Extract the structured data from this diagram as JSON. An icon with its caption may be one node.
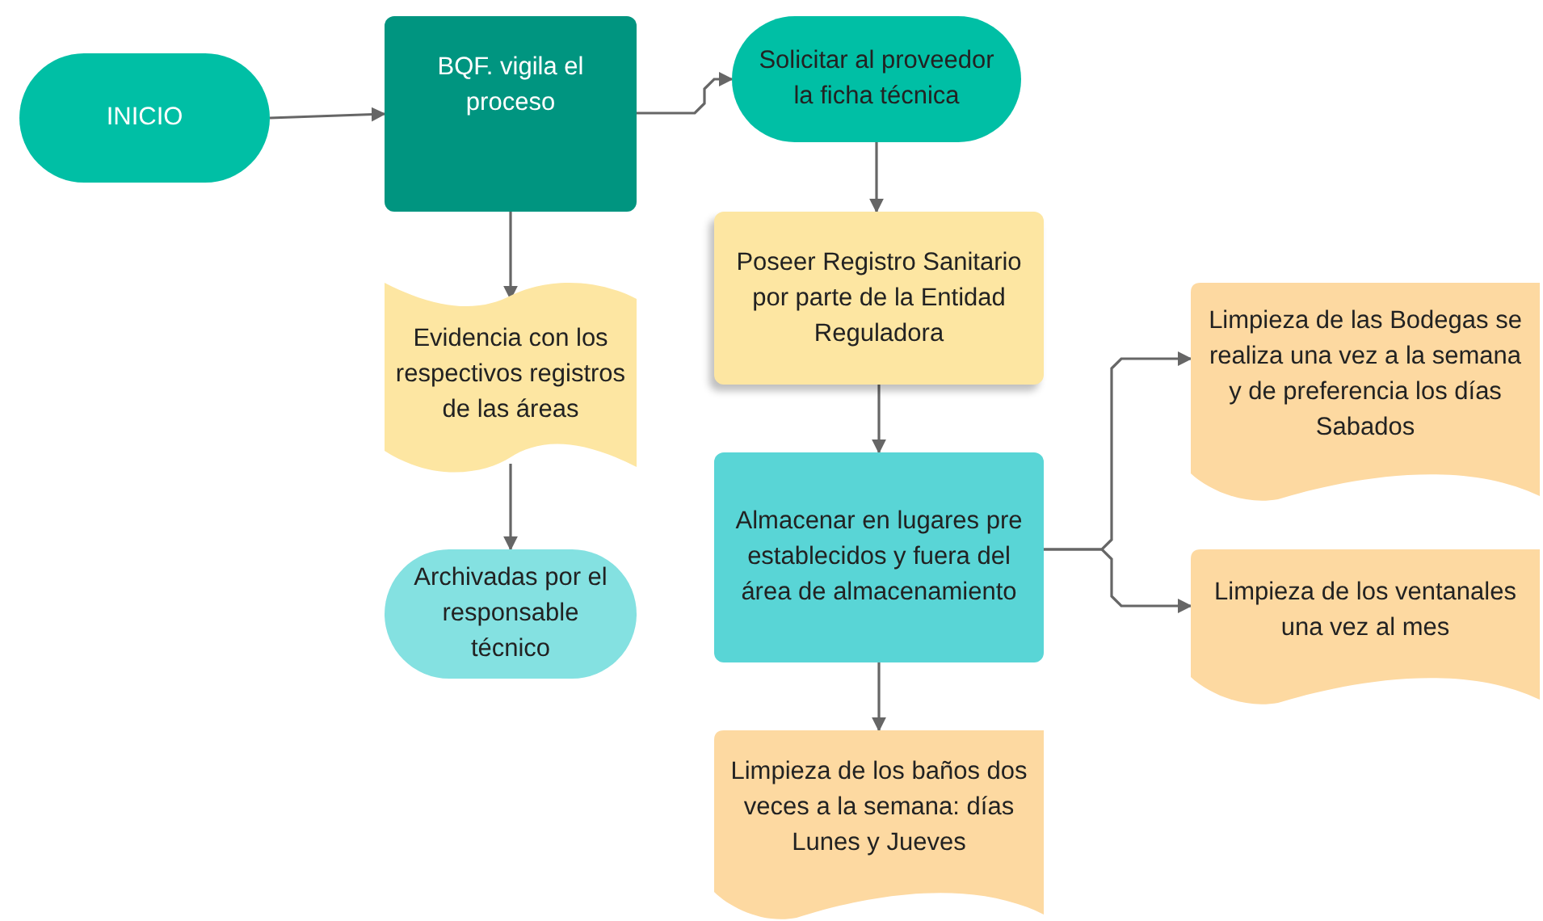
{
  "diagram": {
    "nodes": [
      {
        "text": [
          "INICIO"
        ]
      },
      {
        "text": [
          "BQF. vigila el proceso"
        ]
      },
      {
        "text": [
          "Solicitar al proveedor la ficha técnica"
        ]
      },
      {
        "text": [
          "Evidencia con los respectivos registros de las áreas"
        ]
      },
      {
        "text": [
          "Archivadas por el responsable técnico"
        ]
      },
      {
        "text": [
          "Poseer Registro Sanitario por parte de la Entidad Reguladora"
        ]
      },
      {
        "text": [
          "Almacenar en lugares pre establecidos y fuera del área de almacenamiento"
        ]
      },
      {
        "text": [
          "Limpieza de las Bodegas se realiza una vez a la semana y de preferencia los días Sabados"
        ]
      },
      {
        "text": [
          "Limpieza de los ventanales una vez al mes"
        ]
      },
      {
        "text": [
          "Limpieza de los baños dos veces a la semana: días Lunes y Jueves"
        ]
      }
    ],
    "edges": [
      {
        "from": 0,
        "to": 1,
        "arrow": "to"
      },
      {
        "from": 1,
        "to": 2,
        "arrow": "to"
      },
      {
        "from": 1,
        "to": 3,
        "arrow": "to"
      },
      {
        "from": 3,
        "to": 4,
        "arrow": "to"
      },
      {
        "from": 2,
        "to": 5,
        "arrow": "to"
      },
      {
        "from": 5,
        "to": 6,
        "arrow": "to"
      },
      {
        "from": 6,
        "to": 7,
        "arrow": "to"
      },
      {
        "from": 6,
        "to": 8,
        "arrow": "to"
      },
      {
        "from": 6,
        "to": 9,
        "arrow": "to"
      }
    ]
  }
}
